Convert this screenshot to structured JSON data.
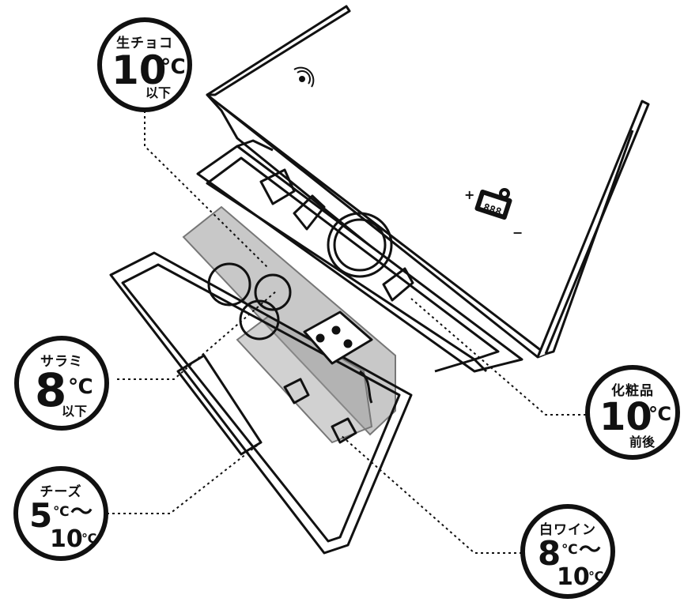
{
  "callouts": {
    "namachoco": {
      "label": "生チョコ",
      "value": "10",
      "unit": "℃",
      "suffix": "以下"
    },
    "salami": {
      "label": "サラミ",
      "value": "8",
      "unit": "℃",
      "suffix": "以下"
    },
    "cheese": {
      "label": "チーズ",
      "value_low": "5",
      "unit_low": "℃",
      "tilde": "〜",
      "value_high": "10",
      "unit_high": "℃"
    },
    "cosmetics": {
      "label": "化粧品",
      "value": "10",
      "unit": "℃",
      "suffix": "前後"
    },
    "whitewine": {
      "label": "白ワイン",
      "value_low": "8",
      "unit_low": "℃",
      "tilde": "〜",
      "value_high": "10",
      "unit_high": "℃"
    }
  },
  "control_panel": {
    "plus": "+",
    "minus": "−",
    "display": "888"
  },
  "colors": {
    "line": "#111111",
    "tray_gray": "#9a9a9a",
    "background": "#ffffff"
  }
}
